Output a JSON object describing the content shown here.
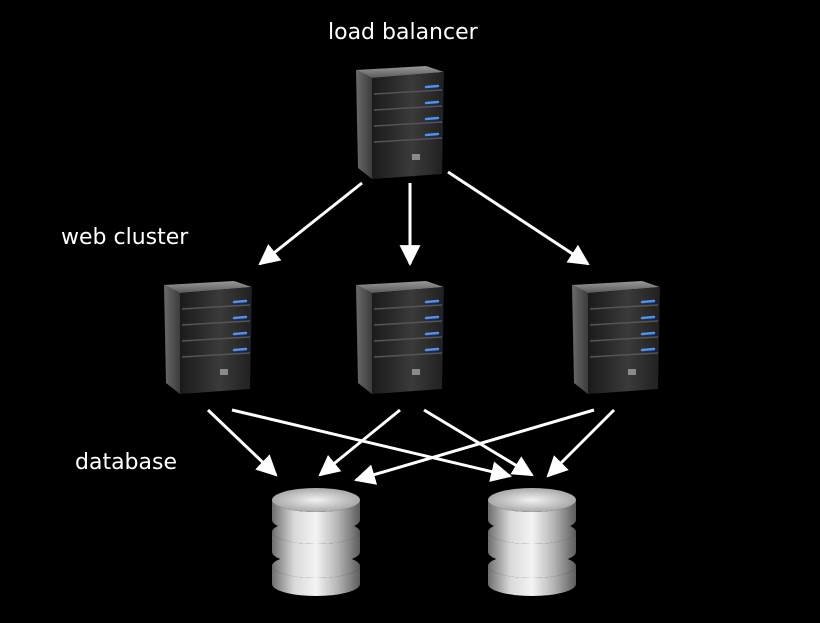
{
  "diagram": {
    "tiers": {
      "load_balancer": {
        "label": "load balancer",
        "icon": "server-icon"
      },
      "web_cluster": {
        "label": "web cluster",
        "icon": "server-icon"
      },
      "database": {
        "label": "database",
        "icon": "database-icon"
      }
    },
    "nodes": [
      {
        "id": "lb",
        "tier": "load_balancer",
        "icon": "server-icon"
      },
      {
        "id": "web1",
        "tier": "web_cluster",
        "icon": "server-icon"
      },
      {
        "id": "web2",
        "tier": "web_cluster",
        "icon": "server-icon"
      },
      {
        "id": "web3",
        "tier": "web_cluster",
        "icon": "server-icon"
      },
      {
        "id": "db1",
        "tier": "database",
        "icon": "database-icon"
      },
      {
        "id": "db2",
        "tier": "database",
        "icon": "database-icon"
      }
    ],
    "edges": [
      {
        "from": "lb",
        "to": "web1"
      },
      {
        "from": "lb",
        "to": "web2"
      },
      {
        "from": "lb",
        "to": "web3"
      },
      {
        "from": "web1",
        "to": "db1"
      },
      {
        "from": "web1",
        "to": "db2"
      },
      {
        "from": "web2",
        "to": "db1"
      },
      {
        "from": "web2",
        "to": "db2"
      },
      {
        "from": "web3",
        "to": "db1"
      },
      {
        "from": "web3",
        "to": "db2"
      }
    ]
  },
  "colors": {
    "background": "#000000",
    "text": "#ffffff",
    "arrow": "#ffffff",
    "server_body": "#2b2b2b",
    "server_led": "#4a90ff",
    "database_silver": "#c8c8c8"
  }
}
